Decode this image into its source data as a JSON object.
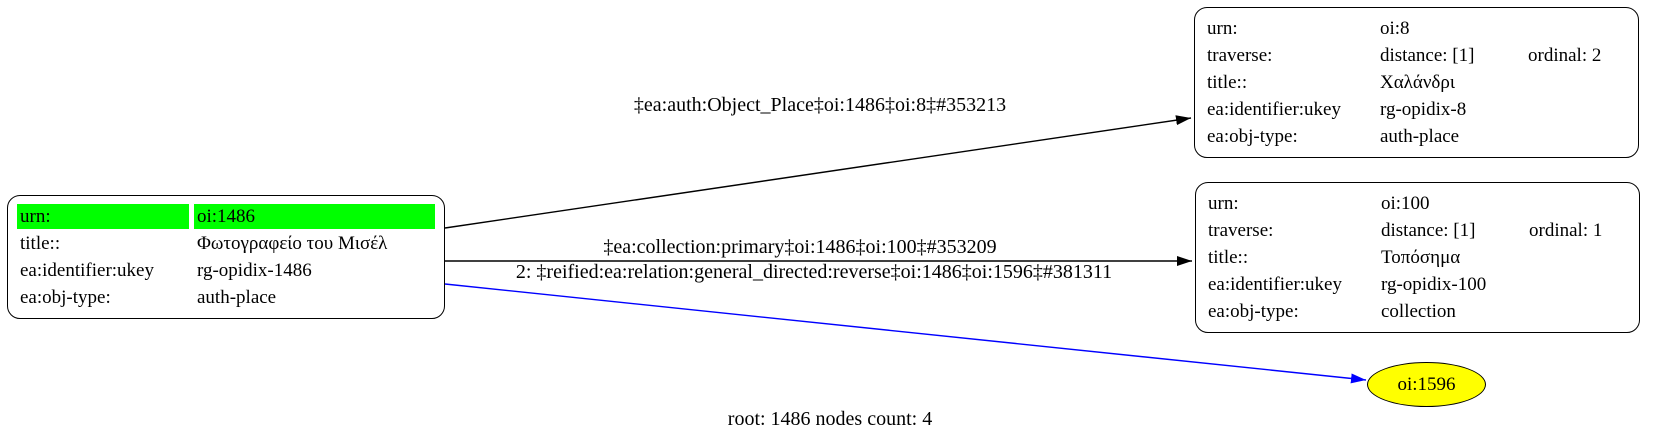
{
  "graph": {
    "caption": "root: 1486 nodes count: 4",
    "colors": {
      "highlight_green": "#00ff00",
      "ellipse_yellow": "#ffff00",
      "edge_black": "#000000",
      "edge_blue": "#0000ff",
      "background": "#ffffff"
    },
    "nodes": {
      "root": {
        "id": "oi:1486",
        "rows": [
          {
            "key": "urn:",
            "value": "oi:1486"
          },
          {
            "key": "title::",
            "value": "Φωτογραφείο του Μισέλ"
          },
          {
            "key": "ea:identifier:ukey",
            "value": "rg-opidix-1486"
          },
          {
            "key": "ea:obj-type:",
            "value": "auth-place"
          }
        ]
      },
      "oi8": {
        "id": "oi:8",
        "rows": [
          {
            "key": "urn:",
            "value": "oi:8"
          },
          {
            "key": "traverse:",
            "value": "distance: [1]",
            "extra": "ordinal: 2"
          },
          {
            "key": "title::",
            "value": "Χαλάνδρι"
          },
          {
            "key": "ea:identifier:ukey",
            "value": "rg-opidix-8"
          },
          {
            "key": "ea:obj-type:",
            "value": "auth-place"
          }
        ]
      },
      "oi100": {
        "id": "oi:100",
        "rows": [
          {
            "key": "urn:",
            "value": "oi:100"
          },
          {
            "key": "traverse:",
            "value": "distance: [1]",
            "extra": "ordinal: 1"
          },
          {
            "key": "title::",
            "value": "Τοπόσημα"
          },
          {
            "key": "ea:identifier:ukey",
            "value": "rg-opidix-100"
          },
          {
            "key": "ea:obj-type:",
            "value": "collection"
          }
        ]
      },
      "oi1596": {
        "id": "oi:1596",
        "label": "oi:1596"
      }
    },
    "edges": [
      {
        "from": "oi:1486",
        "to": "oi:8",
        "color": "#000000",
        "label": "‡ea:auth:Object_Place‡oi:1486‡oi:8‡#353213"
      },
      {
        "from": "oi:1486",
        "to": "oi:100",
        "color": "#000000",
        "label": "‡ea:collection:primary‡oi:1486‡oi:100‡#353209"
      },
      {
        "from": "oi:1486",
        "to": "oi:1596",
        "color": "#0000ff",
        "label": "2: ‡reified:ea:relation:general_directed:reverse‡oi:1486‡oi:1596‡#381311"
      }
    ]
  }
}
